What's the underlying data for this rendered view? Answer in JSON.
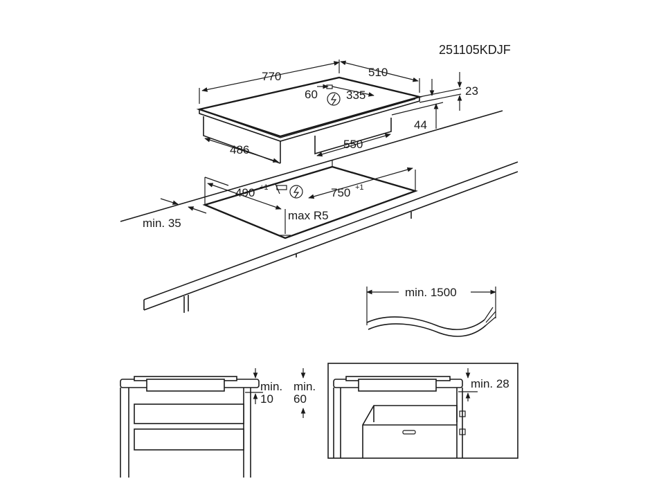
{
  "doc_code": "251105KDJF",
  "hob": {
    "width": "770",
    "depth": "510",
    "conn_left": "60",
    "conn_right": "335",
    "thickness": "23",
    "unit_height": "44",
    "body_depth": "486",
    "body_width": "550"
  },
  "cutout": {
    "depth": "490",
    "depth_tol": "+1",
    "width": "750",
    "width_tol": "+1",
    "corner_radius": "max R5",
    "edge_distance": "min. 35"
  },
  "cable": {
    "min_length": "min. 1500"
  },
  "section_drawer": {
    "gap_label": "min.",
    "gap_value": "10",
    "depth_label": "min.",
    "depth_value": "60"
  },
  "section_oven": {
    "gap": "min. 28"
  },
  "icons": {
    "power": "power-connection-icon"
  }
}
